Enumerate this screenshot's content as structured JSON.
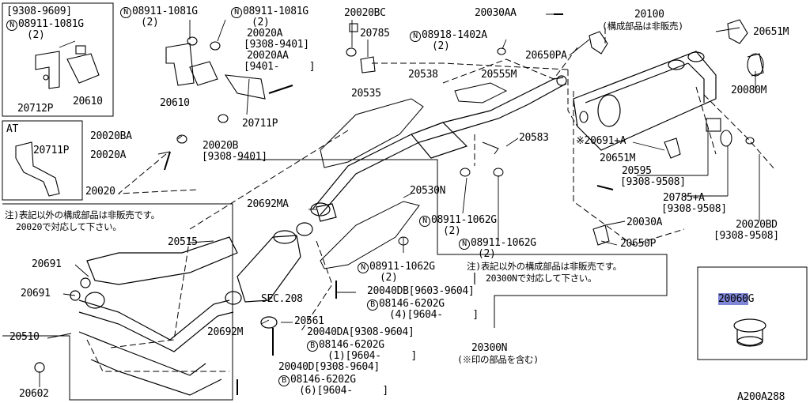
{
  "labels": {
    "box1_date": "[9308-9609]",
    "box1_nut_prefix": "N",
    "box1_nut": "08911-1081G",
    "box1_nut_qty": "(2)",
    "n_08911_1081g_a_prefix": "N",
    "n_08911_1081g_a": "08911-1081G",
    "n_08911_1081g_a_qty": "(2)",
    "n_08911_1081g_b_prefix": "N",
    "n_08911_1081g_b": "08911-1081G",
    "n_08911_1081g_b_qty": "(2)",
    "p20712p": "20712P",
    "p20610_box": "20610",
    "p20610": "20610",
    "at_tag": "AT",
    "p20711p_at": "20711P",
    "p20020ba": "20020BA",
    "p20020a_left": "20020A",
    "p20020bc": "20020BC",
    "p20785": "20785",
    "p20020a_top": "20020A",
    "p20020a_top_date": "[9308-9401]",
    "p20020aa": "20020AA",
    "p20020aa_date": "[9401-     ]",
    "p20711p": "20711P",
    "p20020b": "20020B",
    "p20020b_date": "[9308-9401]",
    "p20030aa": "20030AA",
    "n_08918_prefix": "N",
    "n_08918": "08918-1402A",
    "n_08918_qty": "(2)",
    "p20650pa": "20650PA",
    "p20100": "20100",
    "p20100_note": "(構成部品は非販売)",
    "p20651m_top": "20651M",
    "p20080m": "20080M",
    "p20538": "20538",
    "p20555m": "20555M",
    "p20535": "20535",
    "p20583": "20583",
    "p20691a": "※20691+A",
    "p20651m_mid": "20651M",
    "p20595": "20595",
    "p20595_date": "[9308-9508]",
    "p20785a": "20785+A",
    "p20785a_date": "[9308-9508]",
    "p20020bd": "20020BD",
    "p20020bd_date": "[9308-9508]",
    "p20030a": "20030A",
    "p20650p": "20650P",
    "p20020": "20020",
    "note_left_line1": "注)表記以外の構成部品は非販売です。",
    "note_left_line2": "20020で対応して下さい。",
    "p20692ma": "20692MA",
    "p20530n": "20530N",
    "n_08911_1062g_a_prefix": "N",
    "n_08911_1062g_a": "08911-1062G",
    "n_08911_1062g_a_qty": "(2)",
    "n_08911_1062g_b_prefix": "N",
    "n_08911_1062g_b": "08911-1062G",
    "n_08911_1062g_b_qty": "(2)",
    "n_08911_1062g_c_prefix": "N",
    "n_08911_1062g_c": "08911-1062G",
    "n_08911_1062g_c_qty": "(2)",
    "p20515": "20515",
    "p20691_1": "20691",
    "p20691_2": "20691",
    "sec208": "SEC.208",
    "note_right_line1": "注)表記以外の構成部品は非販売です。",
    "note_right_line2": "20300Nで対応して下さい。",
    "p20040db": "20040DB[9603-9604]",
    "b_08146_a_prefix": "B",
    "b_08146_a": "08146-6202G",
    "b_08146_a_qty": "(4)[9604-     ]",
    "p20561": "20561",
    "p20510": "20510",
    "p20692m": "20692M",
    "p20040da": "20040DA[9308-9604]",
    "b_08146_b_prefix": "B",
    "b_08146_b": "08146-6202G",
    "b_08146_b_qty": "(1)[9604-     ]",
    "p20300n": "20300N",
    "p20300n_note": "(※印の部品を含む)",
    "p20040d": "20040D[9308-9604]",
    "b_08146_c_prefix": "B",
    "b_08146_c": "08146-6202G",
    "b_08146_c_qty": "(6)[9604-     ]",
    "p20602": "20602",
    "p20060g_highlight": "20060",
    "p20060g_suffix": "G",
    "diagram_id": "A200A288"
  },
  "colors": {
    "line": "#000000",
    "highlight": "#7f86d6",
    "background": "#ffffff"
  }
}
